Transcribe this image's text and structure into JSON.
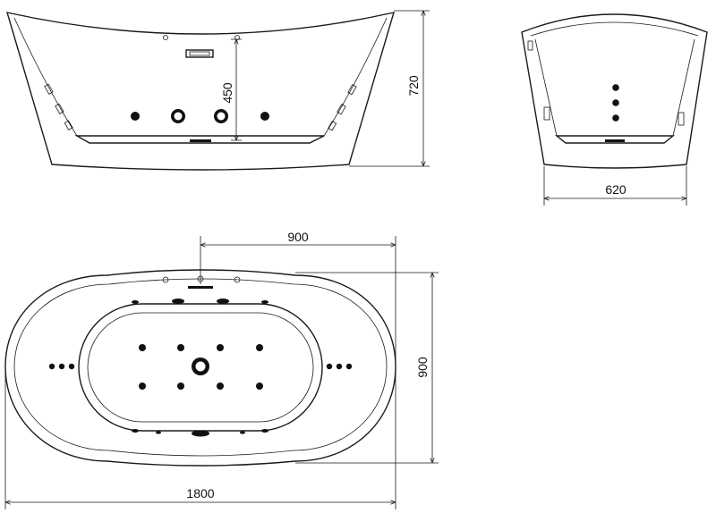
{
  "dimensions": {
    "side_height_total": "720",
    "side_inner_depth": "450",
    "end_width": "620",
    "top_half_length": "900",
    "top_width": "900",
    "top_length": "1800"
  },
  "colors": {
    "line": "#1a1a1a",
    "background": "#ffffff"
  }
}
